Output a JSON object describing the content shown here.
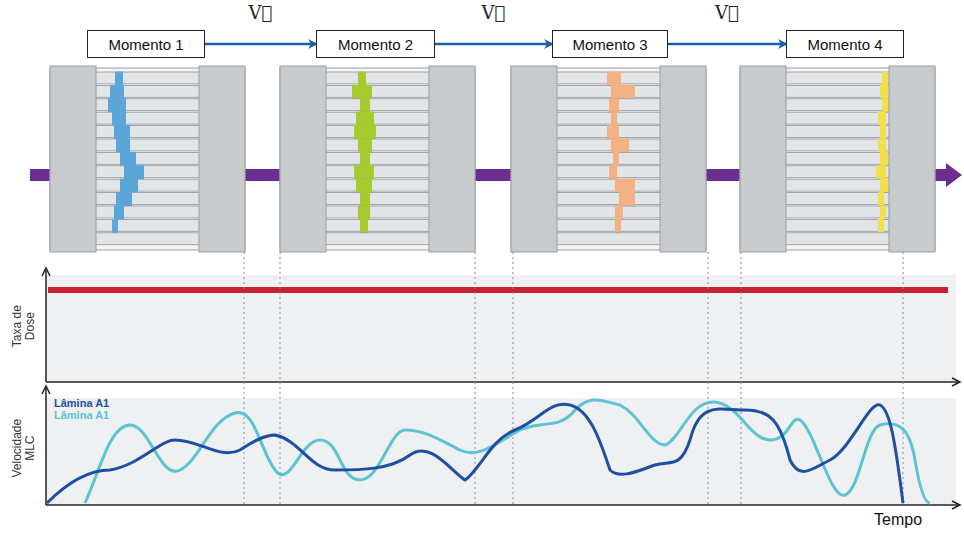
{
  "diagram": {
    "nodes": [
      {
        "text": [
          "Momento 1"
        ]
      },
      {
        "text": [
          "Momento 2"
        ]
      },
      {
        "text": [
          "Momento 3"
        ]
      },
      {
        "text": [
          "Momento 4"
        ]
      }
    ],
    "edges": [
      {
        "from": 0,
        "to": 1,
        "arrow": "to",
        "label": "V⃗"
      },
      {
        "from": 1,
        "to": 2,
        "arrow": "to",
        "label": "V⃗"
      },
      {
        "from": 2,
        "to": 3,
        "arrow": "to",
        "label": "V⃗"
      }
    ],
    "labels": [
      "Taxa de Dose",
      "Velocidade MLC",
      "Tempo"
    ],
    "legend": [
      {
        "text": "Lâmina A1",
        "color": "#1f4fa0"
      },
      {
        "text": "Lâmina A1",
        "color": "#5cc3d3"
      }
    ]
  }
}
